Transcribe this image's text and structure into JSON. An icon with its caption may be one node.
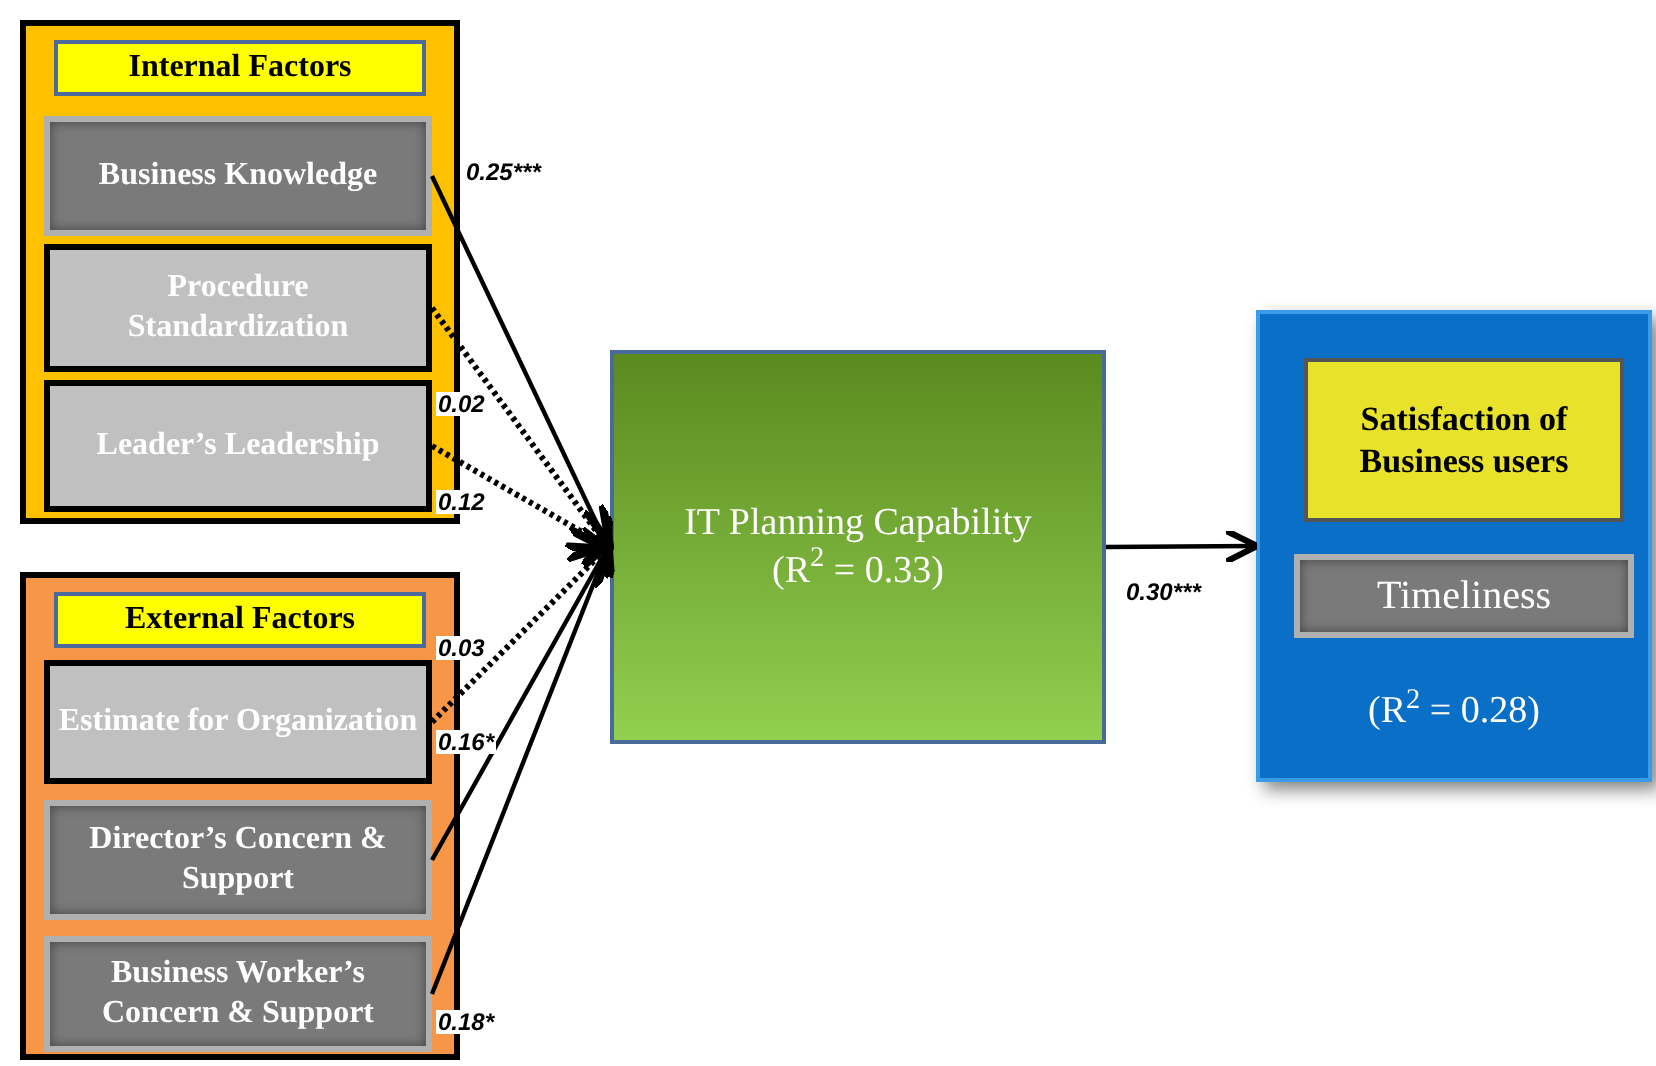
{
  "diagram": {
    "nodes": [
      {
        "text": [
          "Internal Factors"
        ]
      },
      {
        "text": [
          "Business Knowledge"
        ],
        "in": 0
      },
      {
        "text": [
          "Procedure Standardization"
        ],
        "in": 0
      },
      {
        "text": [
          "Leader’s Leadership"
        ],
        "in": 0
      },
      {
        "text": [
          "External Factors"
        ]
      },
      {
        "text": [
          "Estimate for Organization"
        ],
        "in": 4
      },
      {
        "text": [
          "Director’s Concern & Support"
        ],
        "in": 4
      },
      {
        "text": [
          "Business Worker’s Concern & Support"
        ],
        "in": 4
      },
      {
        "text": [
          "IT Planning Capability",
          "(R$^{2}$ = 0.33)"
        ]
      },
      {
        "text": [
          "(R$^{2}$ = 0.28)"
        ]
      },
      {
        "text": [
          "Satisfaction of Business users"
        ],
        "in": 9
      },
      {
        "text": [
          "Timeliness"
        ],
        "in": 9
      }
    ],
    "edges": [
      {
        "from": 1,
        "to": 8,
        "arrow": "to",
        "label": "0.25***"
      },
      {
        "from": 2,
        "to": 8,
        "arrow": "to",
        "label": "0.02",
        "style": "dashed"
      },
      {
        "from": 3,
        "to": 8,
        "arrow": "to",
        "label": "0.12",
        "style": "dashed"
      },
      {
        "from": 5,
        "to": 8,
        "arrow": "to",
        "label": "0.03",
        "style": "dashed"
      },
      {
        "from": 6,
        "to": 8,
        "arrow": "to",
        "label": "0.16*"
      },
      {
        "from": 7,
        "to": 8,
        "arrow": "to",
        "label": "0.18*"
      },
      {
        "from": 8,
        "to": 9,
        "arrow": "to",
        "label": "0.30***"
      }
    ]
  }
}
